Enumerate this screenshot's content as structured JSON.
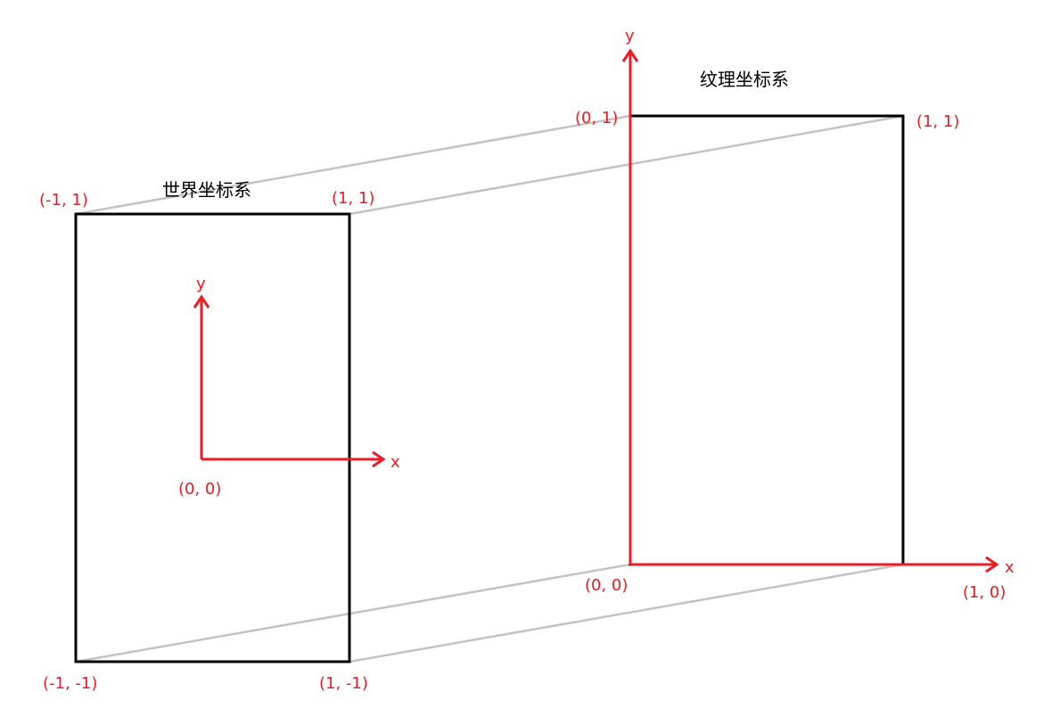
{
  "colors": {
    "axis": "#ed1c24",
    "rect": "#000000",
    "connector": "#c3c3c3",
    "label": "#ed1c24"
  },
  "world": {
    "title": "世界坐标系",
    "corner_top_left": "(-1, 1)",
    "corner_top_right": "(1, 1)",
    "corner_bottom_left": "(-1, -1)",
    "corner_bottom_right": "(1, -1)",
    "origin": "(0, 0)",
    "x_axis": "x",
    "y_axis": "y"
  },
  "texture": {
    "title": "纹理坐标系",
    "corner_top_left": "(0, 1)",
    "corner_top_right": "(1, 1)",
    "corner_bottom_left": "(0, 0)",
    "corner_bottom_right": "(1, 0)",
    "x_axis": "x",
    "y_axis": "y"
  }
}
